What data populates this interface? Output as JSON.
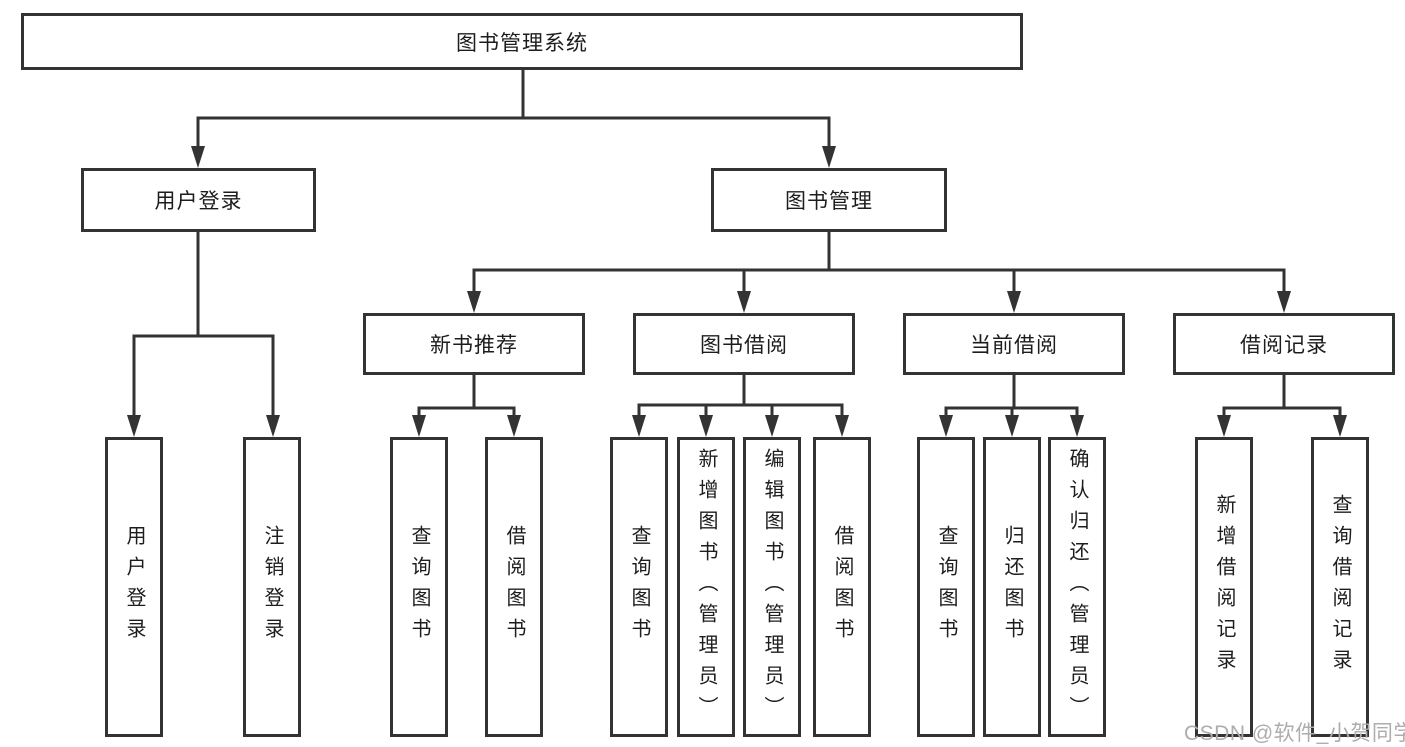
{
  "colors": {
    "line": "#333333",
    "text": "#1d1d1d",
    "watermark": "#adadad",
    "background": "#ffffff"
  },
  "watermark": "CSDN @软件_小贺同学",
  "tree": {
    "root": "图书管理系统",
    "children": [
      {
        "label": "用户登录",
        "children": [
          "用户登录",
          "注销登录"
        ]
      },
      {
        "label": "图书管理",
        "children": [
          {
            "label": "新书推荐",
            "children": [
              "查询图书",
              "借阅图书"
            ]
          },
          {
            "label": "图书借阅",
            "children": [
              "查询图书",
              "新增图书（管理员）",
              "编辑图书（管理员）",
              "借阅图书"
            ]
          },
          {
            "label": "当前借阅",
            "children": [
              "查询图书",
              "归还图书",
              "确认归还（管理员）"
            ]
          },
          {
            "label": "借阅记录",
            "children": [
              "新增借阅记录",
              "查询借阅记录"
            ]
          }
        ]
      }
    ]
  }
}
